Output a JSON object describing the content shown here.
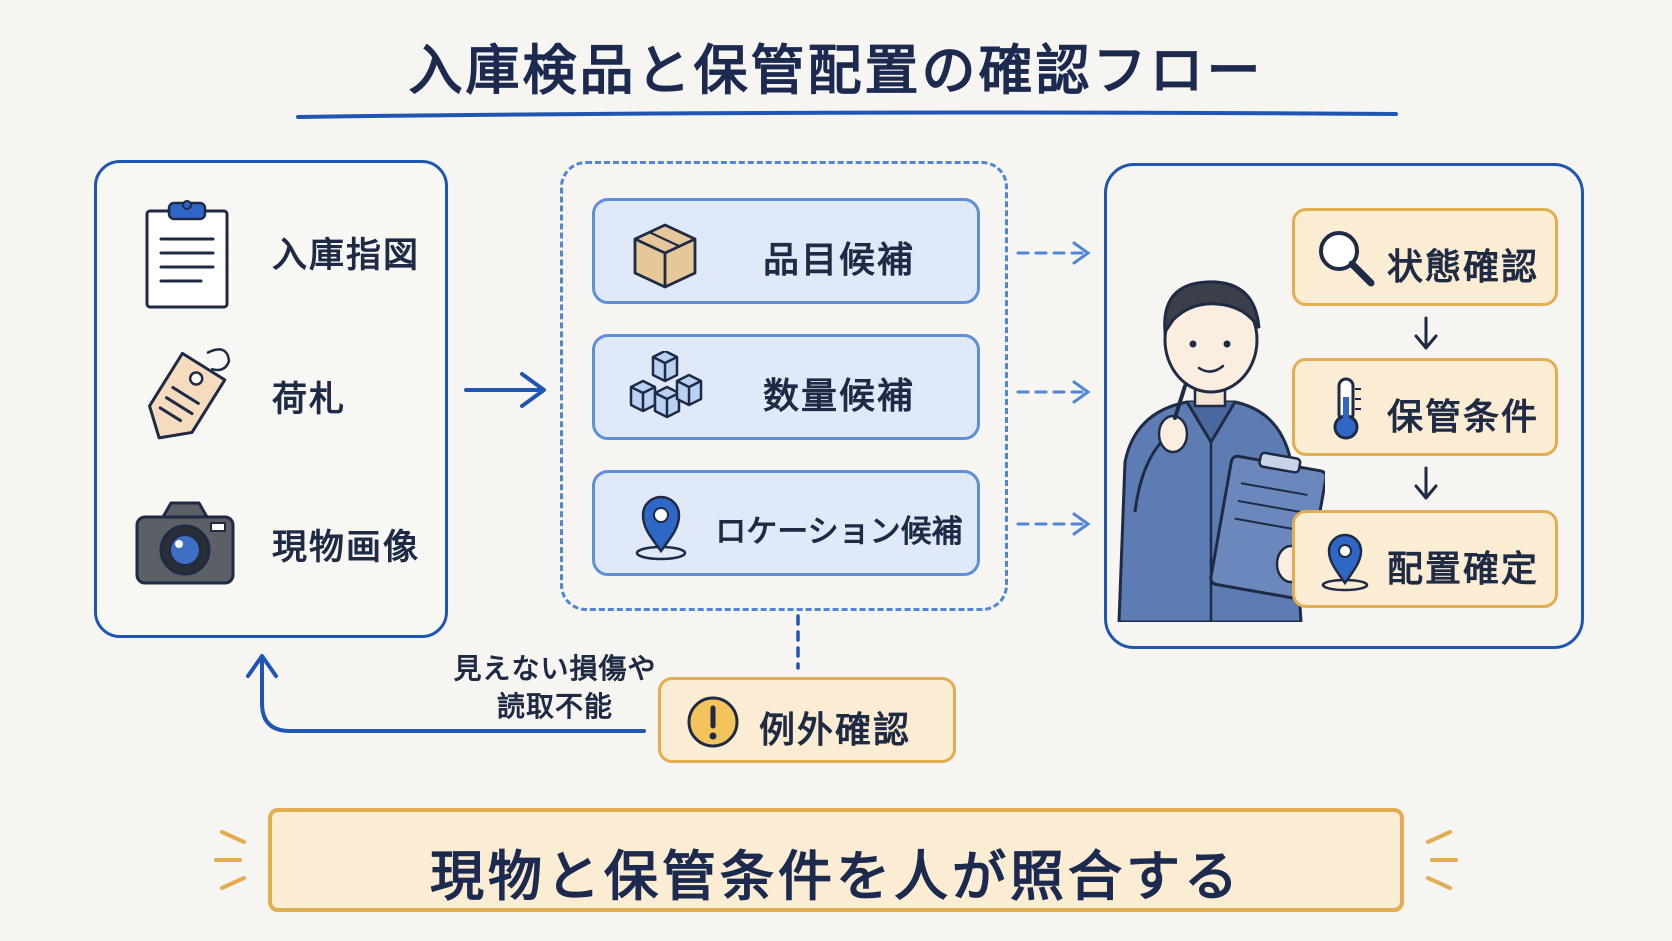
{
  "title": "入庫検品と保管配置の確認フロー",
  "sources": [
    {
      "label": "入庫指図",
      "icon": "clipboard-icon"
    },
    {
      "label": "荷札",
      "icon": "tag-icon"
    },
    {
      "label": "現物画像",
      "icon": "camera-icon"
    }
  ],
  "candidates": [
    {
      "label": "品目候補",
      "icon": "box-icon"
    },
    {
      "label": "数量候補",
      "icon": "cubes-icon"
    },
    {
      "label": "ロケーション候補",
      "icon": "location-pin-icon"
    }
  ],
  "checks": [
    {
      "label": "状態確認",
      "icon": "magnifier-icon"
    },
    {
      "label": "保管条件",
      "icon": "thermometer-icon"
    },
    {
      "label": "配置確定",
      "icon": "location-pin-icon"
    }
  ],
  "exception": {
    "label": "例外確認",
    "icon": "warning-icon"
  },
  "feedback": {
    "line1": "見えない損傷や",
    "line2": "読取不能"
  },
  "bottom_message": "現物と保管条件を人が照合する",
  "colors": {
    "primary_blue": "#1f56b4",
    "light_blue": "#dfe9f8",
    "accent_orange": "#e3ad52",
    "light_orange": "#fbedd3",
    "text_navy": "#1b2a4e"
  }
}
